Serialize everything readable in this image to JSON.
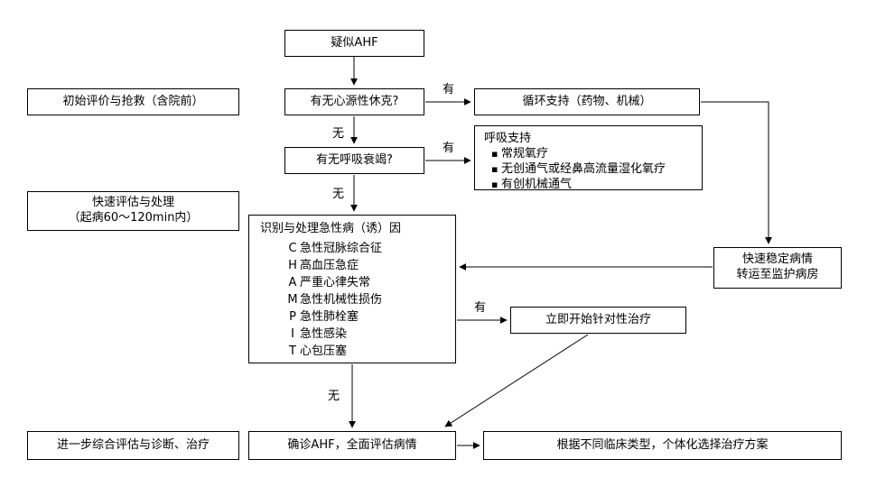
{
  "edge_labels": {
    "yes": "有",
    "no": "无"
  },
  "phases": {
    "initial": "初始评价与抢救（含院前）",
    "rapid_line1": "快速评估与处理",
    "rapid_line2": "（起病60～120min内）",
    "further": "进一步综合评估与诊断、治疗"
  },
  "nodes": {
    "suspected": "疑似AHF",
    "shock_question": "有无心源性休克?",
    "circulatory_support": "循环支持（药物、机械）",
    "respiratory_question": "有无呼吸衰竭?",
    "respiratory_support": {
      "title": "呼吸支持",
      "items": [
        "常规氧疗",
        "无创通气或经鼻高流量湿化氧疗",
        "有创机械通气"
      ]
    },
    "identify_causes": {
      "title": "识别与处理急性病（诱）因",
      "items": [
        {
          "code": "C",
          "text": "急性冠脉综合征"
        },
        {
          "code": "H",
          "text": "高血压急症"
        },
        {
          "code": "A",
          "text": "严重心律失常"
        },
        {
          "code": "M",
          "text": "急性机械性损伤"
        },
        {
          "code": "P",
          "text": "急性肺栓塞"
        },
        {
          "code": "I",
          "text": "急性感染"
        },
        {
          "code": "T",
          "text": "心包压塞"
        }
      ]
    },
    "stabilize_line1": "快速稳定病情",
    "stabilize_line2": "转运至监护病房",
    "targeted_treatment": "立即开始针对性治疗",
    "confirm": "确诊AHF，全面评估病情",
    "treatment_plan": "根据不同临床类型，个体化选择治疗方案"
  }
}
